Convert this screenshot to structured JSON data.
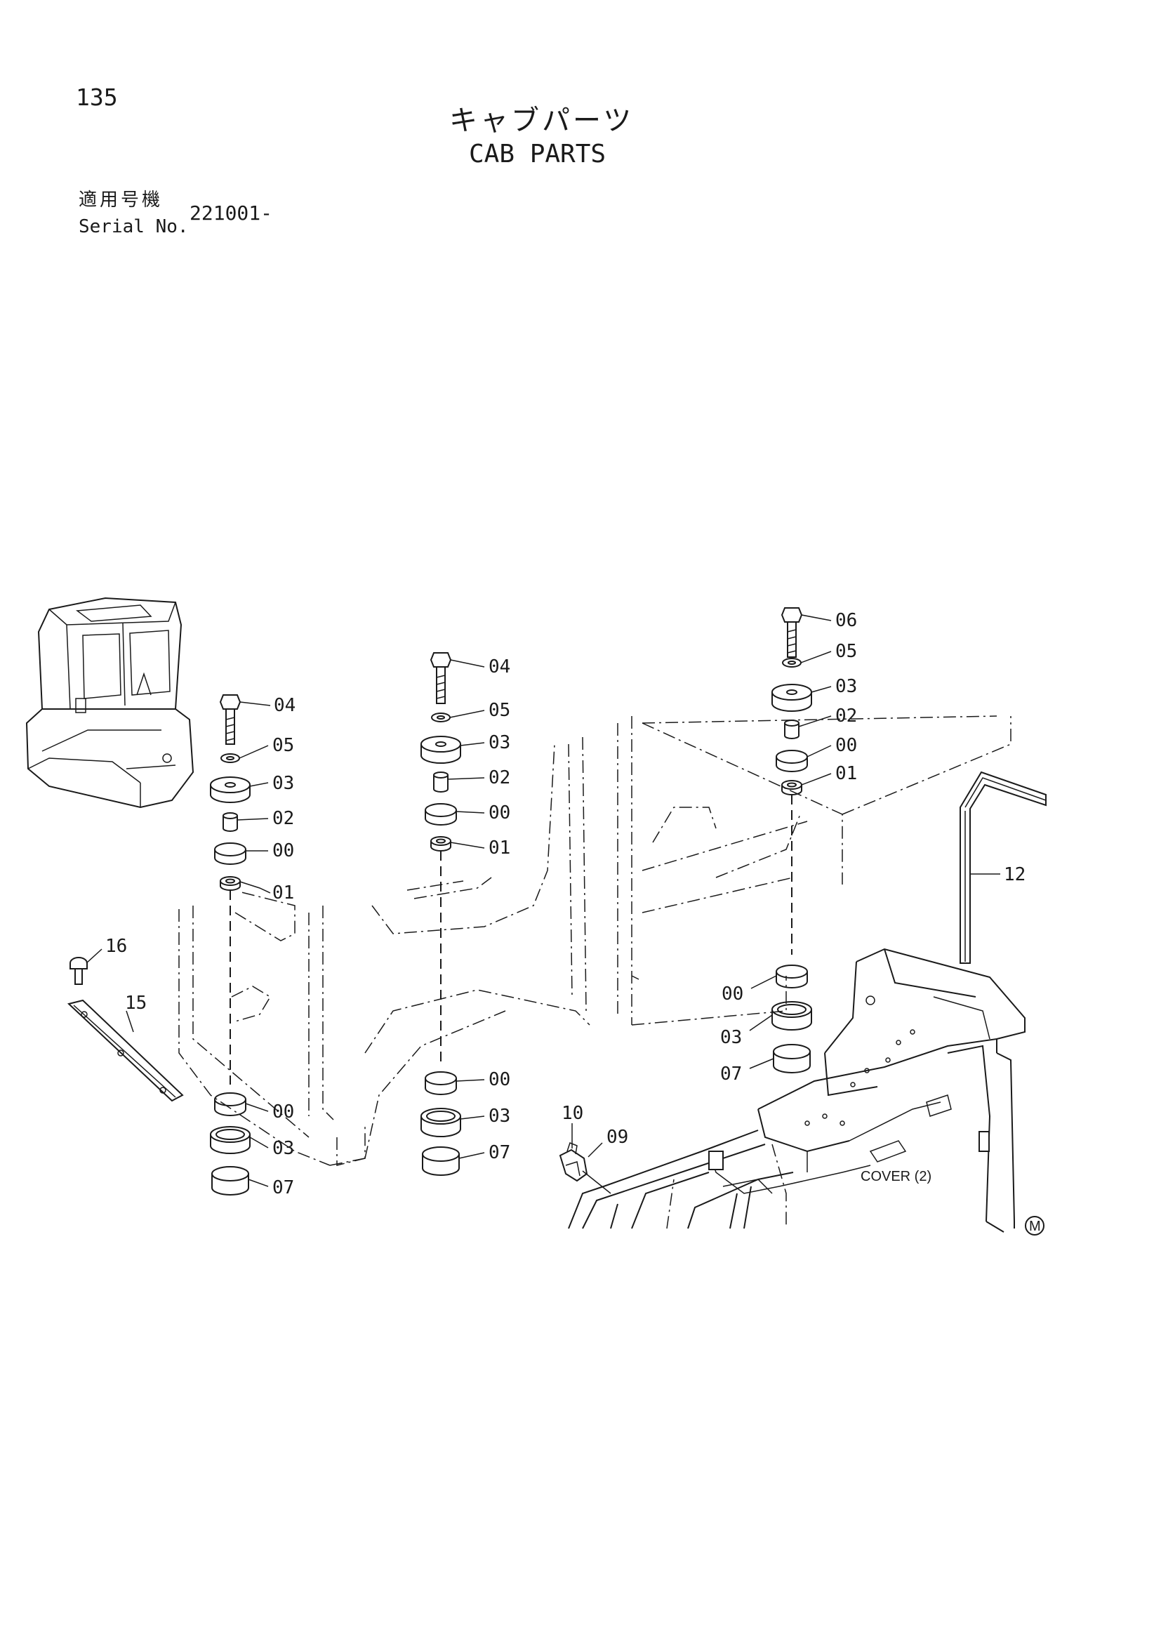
{
  "page_number": "135",
  "title_jp": "キャブパーツ",
  "title_en": "CAB PARTS",
  "serial": {
    "label_jp": "適用号機",
    "label_en": "Serial No.",
    "value": "221001-"
  },
  "callouts": {
    "c1": [
      "04",
      "05",
      "03",
      "02",
      "00",
      "01",
      "00",
      "03",
      "07"
    ],
    "c2": [
      "04",
      "05",
      "03",
      "02",
      "00",
      "01",
      "00",
      "03",
      "07"
    ],
    "c3": [
      "06",
      "05",
      "03",
      "02",
      "00",
      "01",
      "00",
      "03",
      "07"
    ],
    "misc": [
      "16",
      "15",
      "12",
      "10",
      "09"
    ]
  },
  "cover_label": "COVER (2)",
  "marker": "M"
}
